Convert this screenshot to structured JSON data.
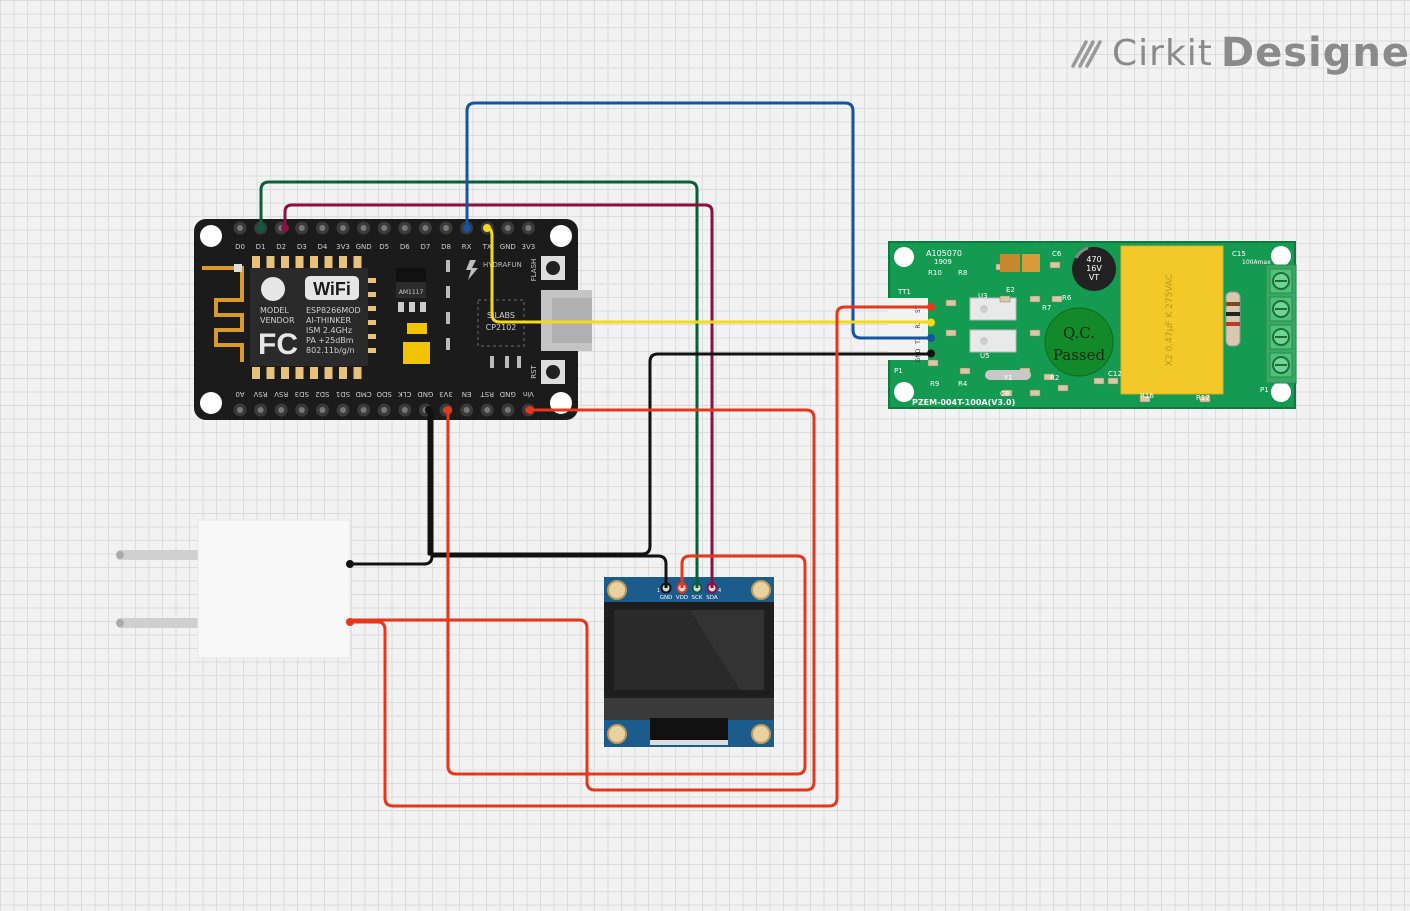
{
  "brand": {
    "word1": "Cirkit",
    "word2": "Designer"
  },
  "esp": {
    "top_pins": [
      "D0",
      "D1",
      "D2",
      "D3",
      "D4",
      "3V3",
      "GND",
      "D5",
      "D6",
      "D7",
      "D8",
      "RX",
      "TX",
      "GND",
      "3V3"
    ],
    "bottom_pins": [
      "A0",
      "RSV",
      "RSV",
      "SD3",
      "SD2",
      "SD1",
      "CMD",
      "SDO",
      "CLK",
      "GND",
      "3V3",
      "EN",
      "RST",
      "GND",
      "Vin"
    ],
    "module_text": [
      "MODEL",
      "VENDOR",
      "ESP8266MOD",
      "AI-THINKER",
      "ISM 2.4GHz",
      "PA +25dBm",
      "802.11b/g/n"
    ],
    "wifi": "WiFi",
    "fc": "FC",
    "regulator": "AM1117",
    "chip": [
      "SILABS",
      "CP2102"
    ],
    "brand": "HYDRAFUN",
    "flash": "FLASH",
    "rst": "RST"
  },
  "pzem": {
    "header": [
      "A105070",
      "1909"
    ],
    "footer": "PZEM-004T-100A(V3.0)",
    "badge": [
      "Q.C.",
      "Passed"
    ],
    "cap": [
      "470",
      "16V",
      "VT"
    ],
    "pins": [
      "5V",
      "RX",
      "TX",
      "GND"
    ],
    "labels": [
      "R10",
      "R8",
      "C6",
      "E2",
      "R6",
      "R7",
      "R9",
      "R4",
      "C15",
      "P1",
      "P2",
      "TT1",
      "U3",
      "U5",
      "Y1",
      "C8",
      "R2",
      "C12",
      "R16",
      "R17",
      "100Amax"
    ],
    "relay_text": "X2 0.47μF K 275VAC"
  },
  "oled": {
    "pins": [
      "GND",
      "VDD",
      "SCK",
      "SDA"
    ],
    "pin_nums": [
      "1",
      "4"
    ]
  },
  "wires": {
    "colors": {
      "green": "#0b5e3a",
      "maroon": "#8a1040",
      "blue": "#1553a3",
      "yellow": "#f4da16",
      "black": "#111111",
      "red": "#e8361a"
    }
  }
}
